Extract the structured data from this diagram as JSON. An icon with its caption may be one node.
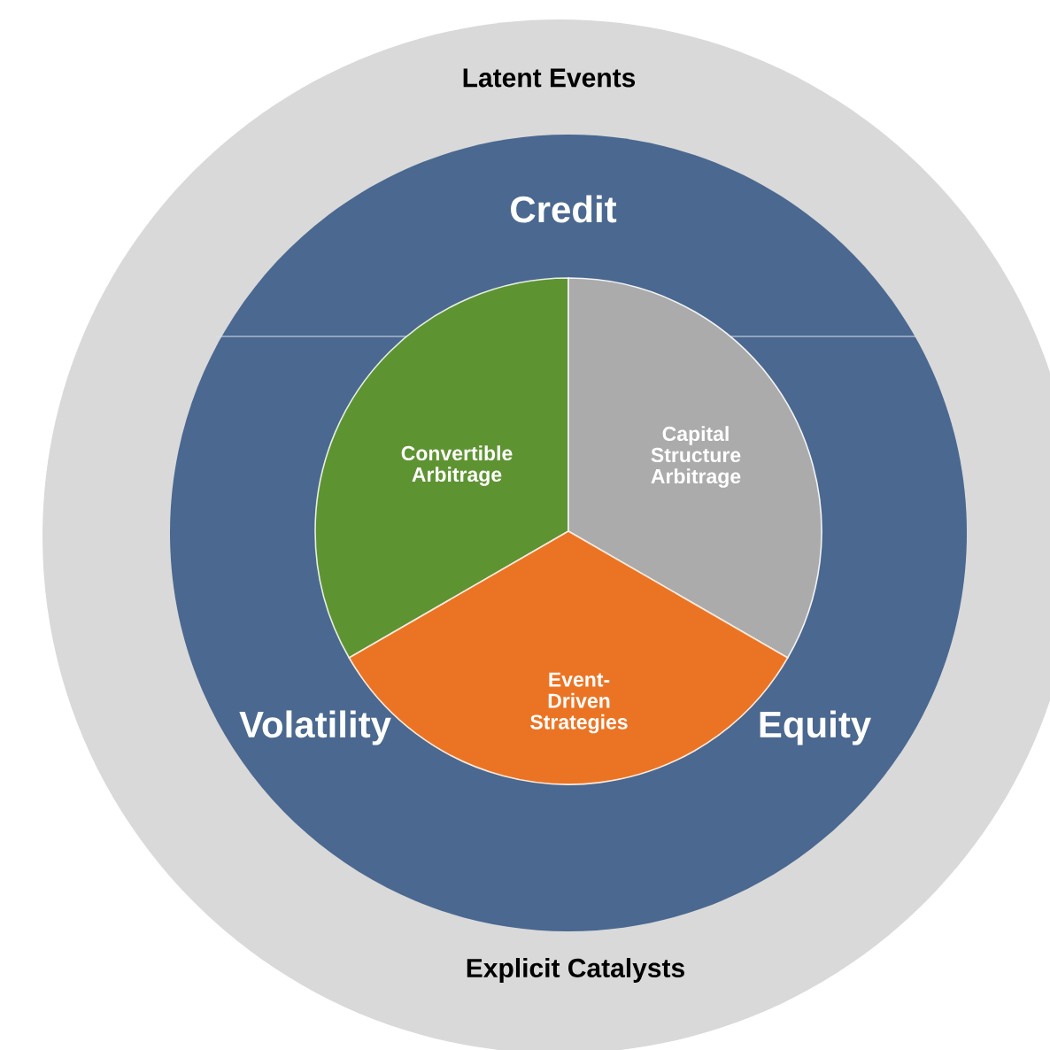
{
  "diagram": {
    "nodes": [
      {
        "text": [
          "Latent Events",
          "Explicit Catalysts"
        ]
      },
      {
        "text": [
          "Credit",
          "Volatility",
          "Equity"
        ],
        "in": 0
      },
      {
        "text": [
          "Convertible Arbitrage"
        ],
        "in": 1
      },
      {
        "text": [
          "Capital Structure Arbitrage"
        ],
        "in": 1
      },
      {
        "text": [
          "Event-Driven Strategies"
        ],
        "in": 1
      }
    ]
  }
}
